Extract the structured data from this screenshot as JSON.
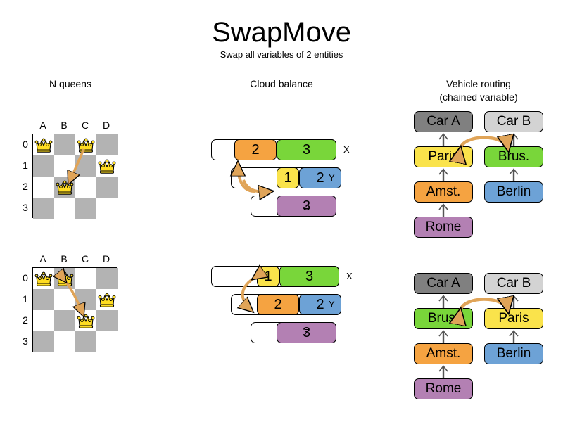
{
  "header": {
    "title": "SwapMove",
    "subtitle": "Swap all variables of 2 entities"
  },
  "sections": {
    "nqueens": {
      "heading": "N queens"
    },
    "cloud": {
      "heading": "Cloud balance"
    },
    "routing": {
      "heading_line1": "Vehicle routing",
      "heading_line2": "(chained variable)"
    }
  },
  "colors": {
    "orange": "#F5A341",
    "green": "#79D63A",
    "yellow": "#FAE34B",
    "blue": "#6DA2D6",
    "purple": "#B380B3",
    "gray_dark": "#808080",
    "gray_light": "#D3D3D3",
    "arrow": "#E0A458",
    "board_dark": "#B3B3B3",
    "board_light": "#FFFFFF",
    "queen": "#FFDD22"
  },
  "nqueens": {
    "columns": [
      "A",
      "B",
      "C",
      "D"
    ],
    "rows": [
      "0",
      "1",
      "2",
      "3"
    ],
    "before": {
      "queens": [
        {
          "col": 0,
          "row": 0,
          "label": "A0"
        },
        {
          "col": 2,
          "row": 0,
          "label": "C0"
        },
        {
          "col": 3,
          "row": 1,
          "label": "D1"
        },
        {
          "col": 1,
          "row": 2,
          "label": "B2"
        }
      ],
      "arrow": {
        "from": "C0",
        "to": "B2",
        "type": "curved-single"
      }
    },
    "after": {
      "queens": [
        {
          "col": 0,
          "row": 0,
          "label": "A0"
        },
        {
          "col": 1,
          "row": 0,
          "label": "B0"
        },
        {
          "col": 3,
          "row": 1,
          "label": "D1"
        },
        {
          "col": 2,
          "row": 2,
          "label": "C2"
        }
      ],
      "arrow": {
        "from": "B0",
        "to": "C2",
        "type": "curved-double"
      }
    }
  },
  "cloud": {
    "before": {
      "rows": [
        {
          "tag": "X",
          "indent": 0,
          "white": 33,
          "segments": [
            {
              "value": "2",
              "color": "#F5A341",
              "width": 60
            },
            {
              "value": "3",
              "color": "#79D63A",
              "width": 85
            }
          ]
        },
        {
          "tag": "Y",
          "indent": 28,
          "white": 65,
          "segments": [
            {
              "value": "1",
              "color": "#FAE34B",
              "width": 32
            },
            {
              "value": "2",
              "color": "#6DA2D6",
              "width": 60
            }
          ]
        },
        {
          "tag": "Z",
          "indent": 56,
          "white": 37,
          "segments": [
            {
              "value": "3",
              "color": "#B380B3",
              "width": 85
            }
          ]
        }
      ],
      "arrow": {
        "type": "swap-loop",
        "from": "Y.1",
        "to": "X.2"
      }
    },
    "after": {
      "rows": [
        {
          "tag": "X",
          "indent": 0,
          "white": 65,
          "segments": [
            {
              "value": "1",
              "color": "#FAE34B",
              "width": 32
            },
            {
              "value": "3",
              "color": "#79D63A",
              "width": 85
            }
          ]
        },
        {
          "tag": "Y",
          "indent": 28,
          "white": 37,
          "segments": [
            {
              "value": "2",
              "color": "#F5A341",
              "width": 60
            },
            {
              "value": "2",
              "color": "#6DA2D6",
              "width": 60
            }
          ]
        },
        {
          "tag": "Z",
          "indent": 56,
          "white": 37,
          "segments": [
            {
              "value": "3",
              "color": "#B380B3",
              "width": 85
            }
          ]
        }
      ],
      "arrow": {
        "type": "swap-double",
        "from": "X.1",
        "to": "Y.2"
      }
    }
  },
  "routing": {
    "before": {
      "left_chain": [
        {
          "label": "Car A",
          "color": "#808080"
        },
        {
          "label": "Paris",
          "color": "#FAE34B"
        },
        {
          "label": "Amst.",
          "color": "#F5A341"
        },
        {
          "label": "Rome",
          "color": "#B380B3"
        }
      ],
      "right_chain": [
        {
          "label": "Car B",
          "color": "#D3D3D3"
        },
        {
          "label": "Brus.",
          "color": "#79D63A"
        },
        {
          "label": "Berlin",
          "color": "#6DA2D6"
        }
      ],
      "swap_arrow": {
        "from": "Paris",
        "to": "Brus."
      }
    },
    "after": {
      "left_chain": [
        {
          "label": "Car A",
          "color": "#808080"
        },
        {
          "label": "Brus.",
          "color": "#79D63A"
        },
        {
          "label": "Amst.",
          "color": "#F5A341"
        },
        {
          "label": "Rome",
          "color": "#B380B3"
        }
      ],
      "right_chain": [
        {
          "label": "Car B",
          "color": "#D3D3D3"
        },
        {
          "label": "Paris",
          "color": "#FAE34B"
        },
        {
          "label": "Berlin",
          "color": "#6DA2D6"
        }
      ],
      "swap_arrow": {
        "from": "Brus.",
        "to": "Paris"
      }
    }
  }
}
